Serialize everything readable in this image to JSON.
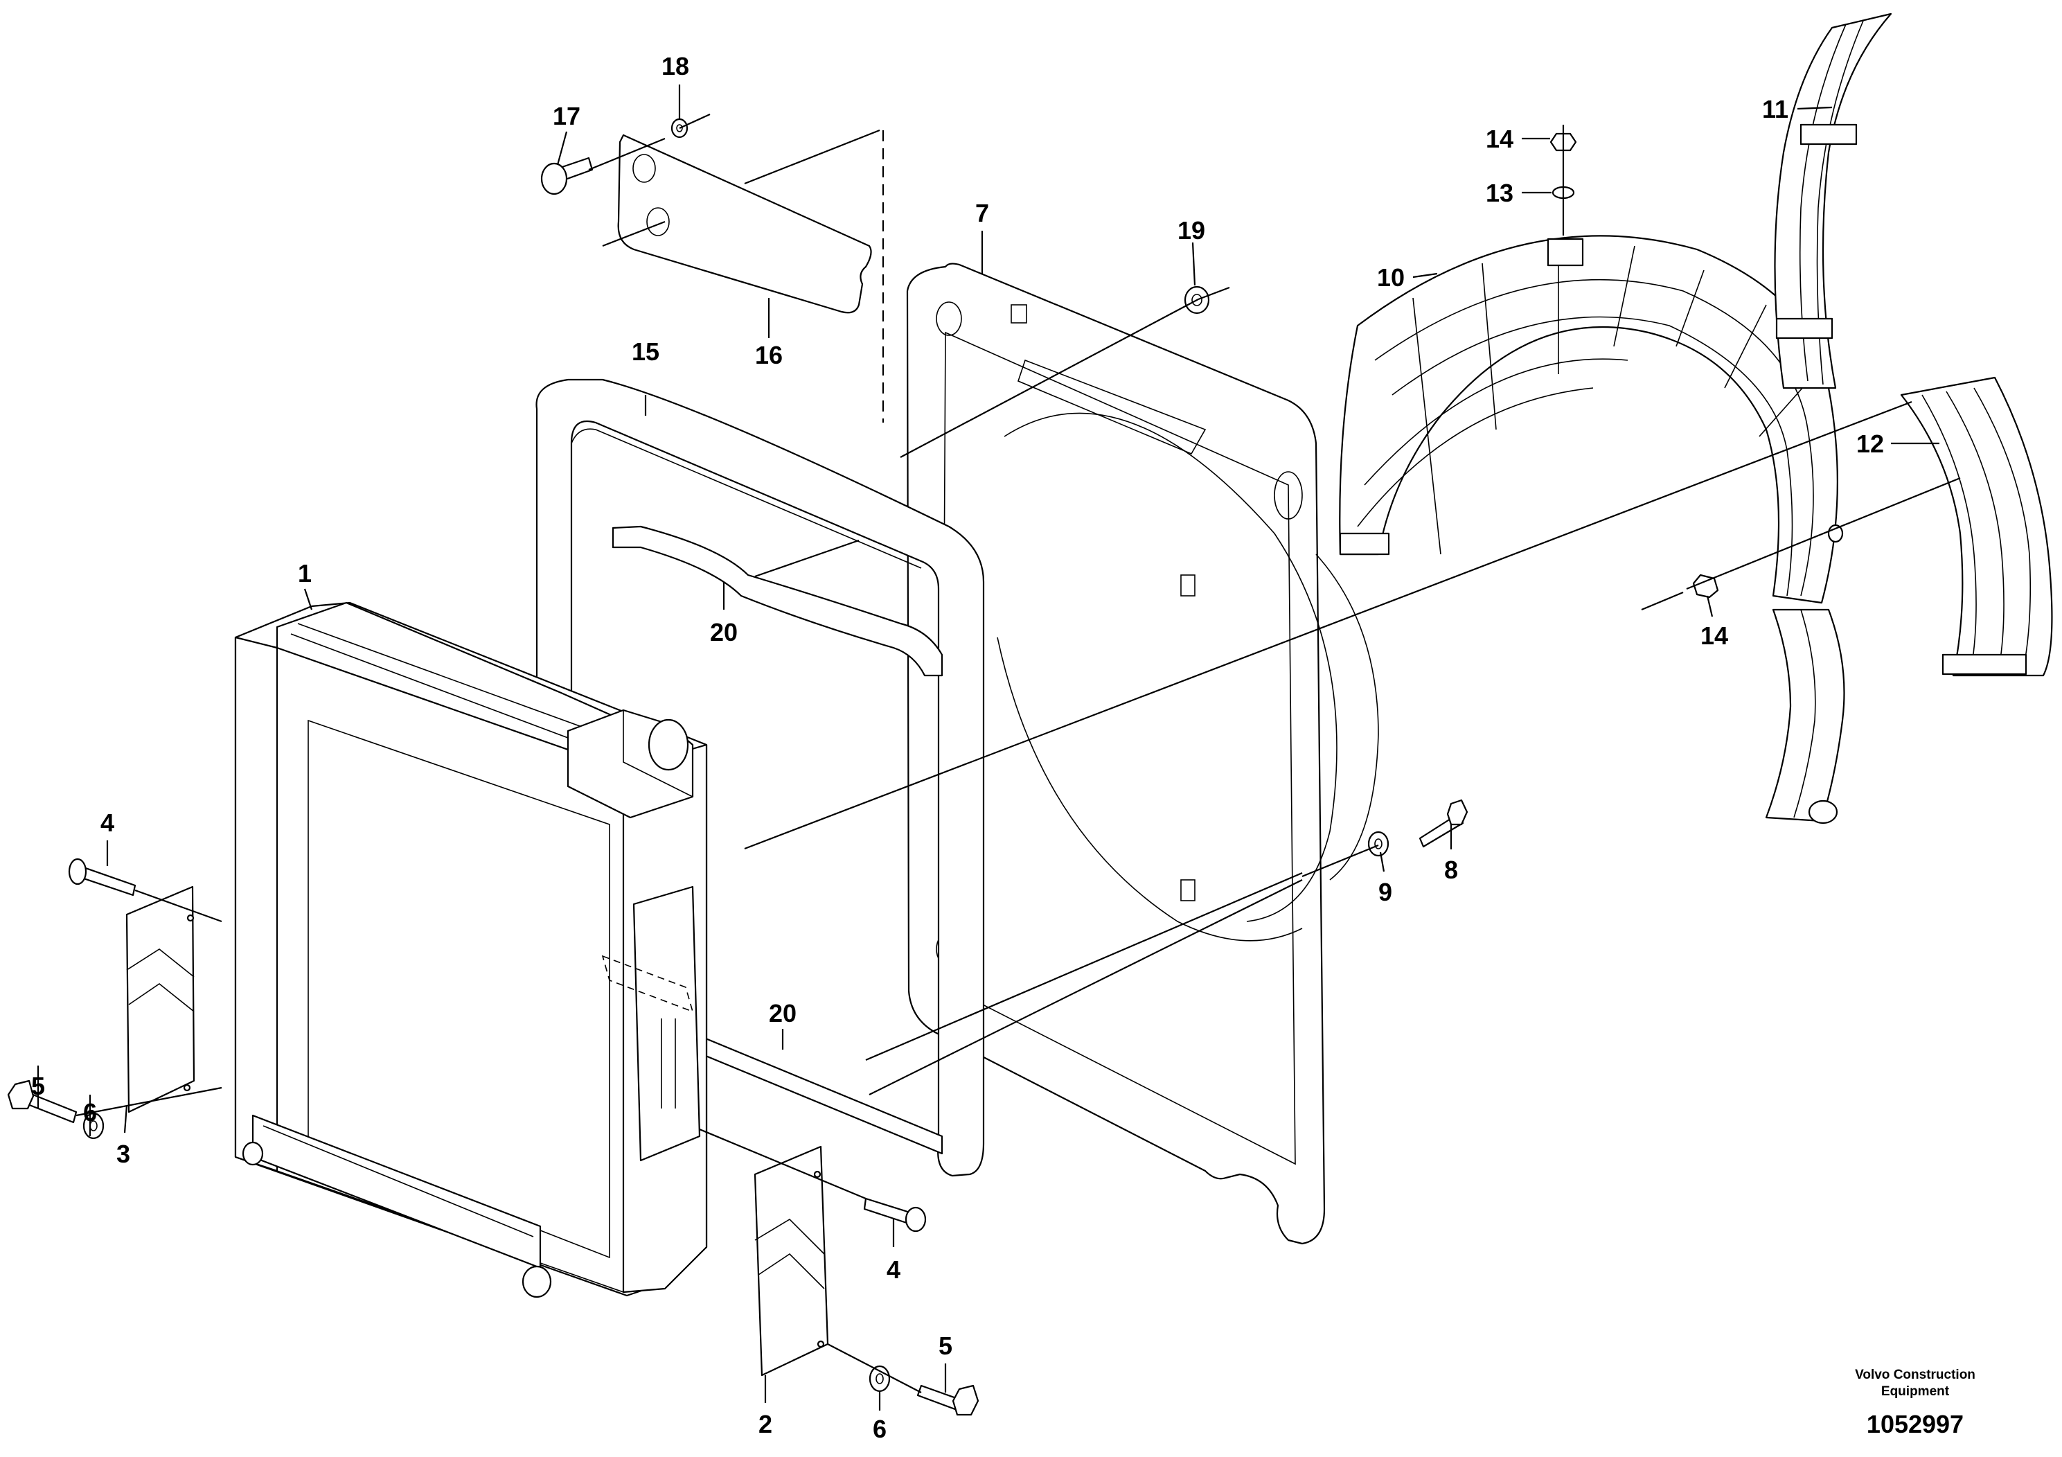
{
  "diagram": {
    "callouts": {
      "p1": "1",
      "p2": "2",
      "p3": "3",
      "p4a": "4",
      "p4b": "4",
      "p5a": "5",
      "p5b": "5",
      "p6a": "6",
      "p6b": "6",
      "p7": "7",
      "p8": "8",
      "p9": "9",
      "p10": "10",
      "p11": "11",
      "p12": "12",
      "p13": "13",
      "p14a": "14",
      "p14b": "14",
      "p15": "15",
      "p16": "16",
      "p17": "17",
      "p18": "18",
      "p19": "19",
      "p20a": "20",
      "p20b": "20"
    },
    "brand_line1": "Volvo Construction",
    "brand_line2": "Equipment",
    "document_number": "1052997"
  }
}
